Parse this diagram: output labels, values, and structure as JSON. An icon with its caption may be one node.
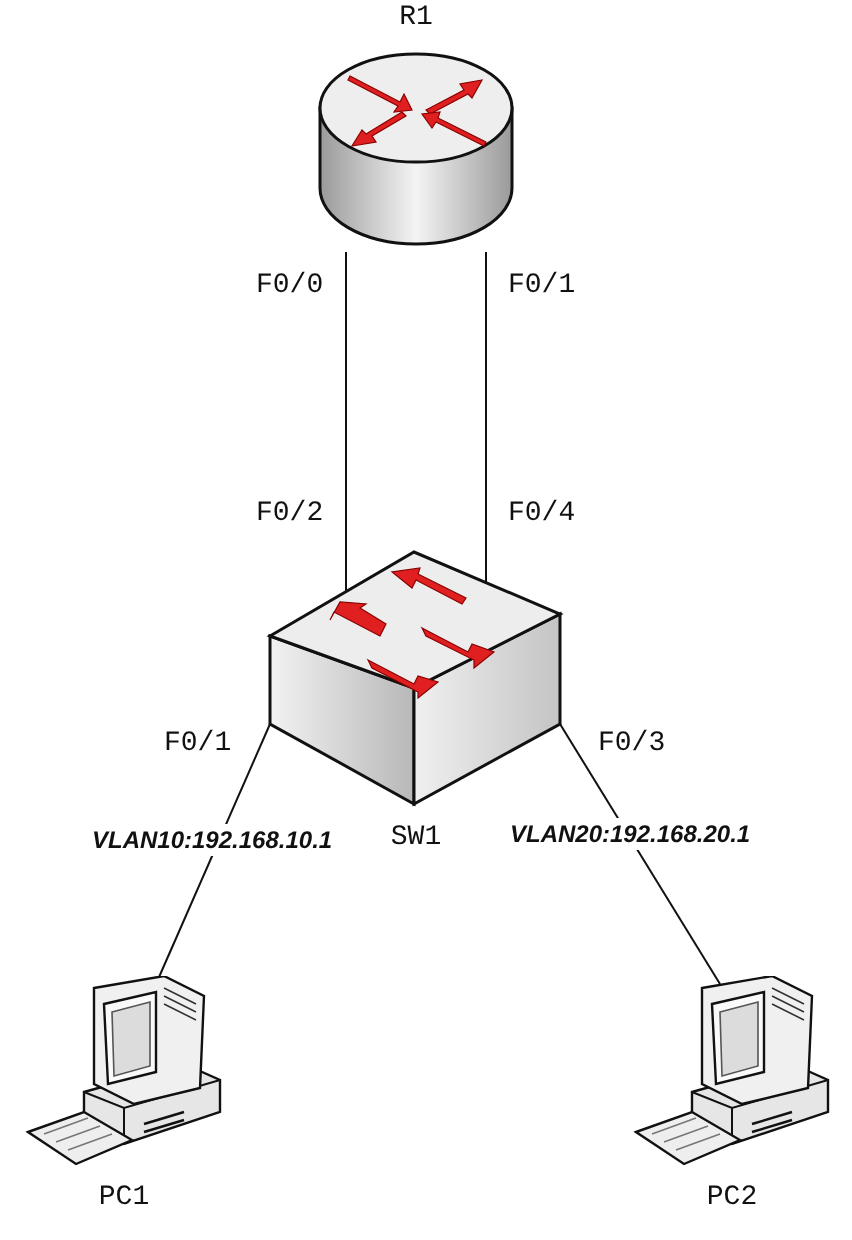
{
  "diagram": {
    "nodes": [
      {
        "text": [
          "R1"
        ]
      },
      {
        "text": [
          "SW1"
        ]
      },
      {
        "text": [
          "PC1"
        ]
      },
      {
        "text": [
          "PC2"
        ]
      }
    ],
    "edges": [
      {
        "from": 0,
        "to": 1,
        "arrow": "none"
      },
      {
        "from": 0,
        "to": 1,
        "arrow": "none"
      },
      {
        "from": 1,
        "to": 2,
        "arrow": "none"
      },
      {
        "from": 1,
        "to": 3,
        "arrow": "none"
      }
    ],
    "labels": [
      "F0/0",
      "F0/1",
      "F0/2",
      "F0/4",
      "F0/1",
      "F0/3",
      "VLAN10:192.168.10.1",
      "VLAN20:192.168.20.1"
    ]
  }
}
